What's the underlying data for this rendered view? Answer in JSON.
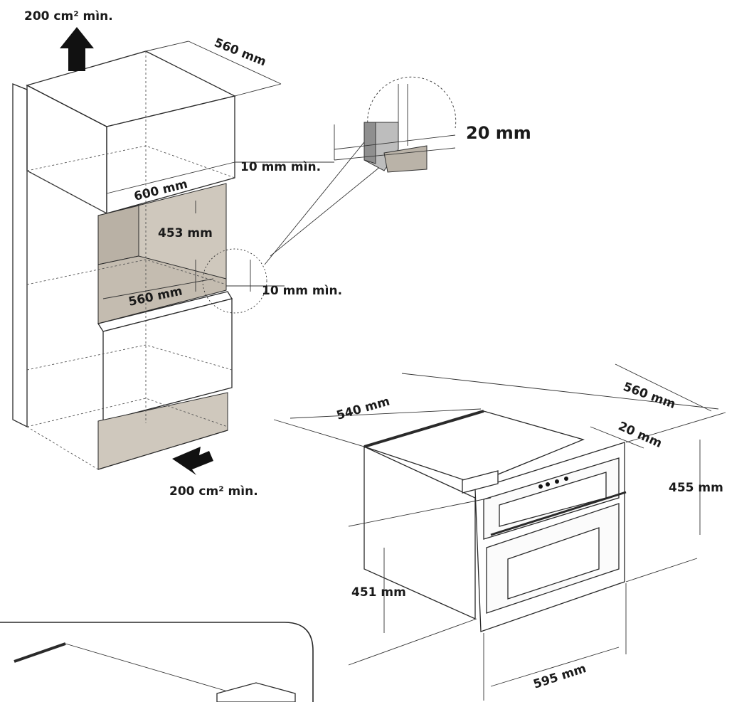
{
  "labels": {
    "vent_top": "200 cm² mìn.",
    "vent_bottom": "200 cm² mìn.",
    "cabinet_depth": "560 mm",
    "detail_gap": "20 mm",
    "gap_top": "10 mm mìn.",
    "niche_width": "600 mm",
    "niche_height": "453 mm",
    "niche_depth": "560 mm",
    "gap_bottom": "10 mm mìn.",
    "oven_depth": "540 mm",
    "oven_total_depth": "560 mm",
    "oven_front": "20 mm",
    "oven_height": "455 mm",
    "oven_body_height": "451 mm",
    "oven_width": "595 mm"
  }
}
